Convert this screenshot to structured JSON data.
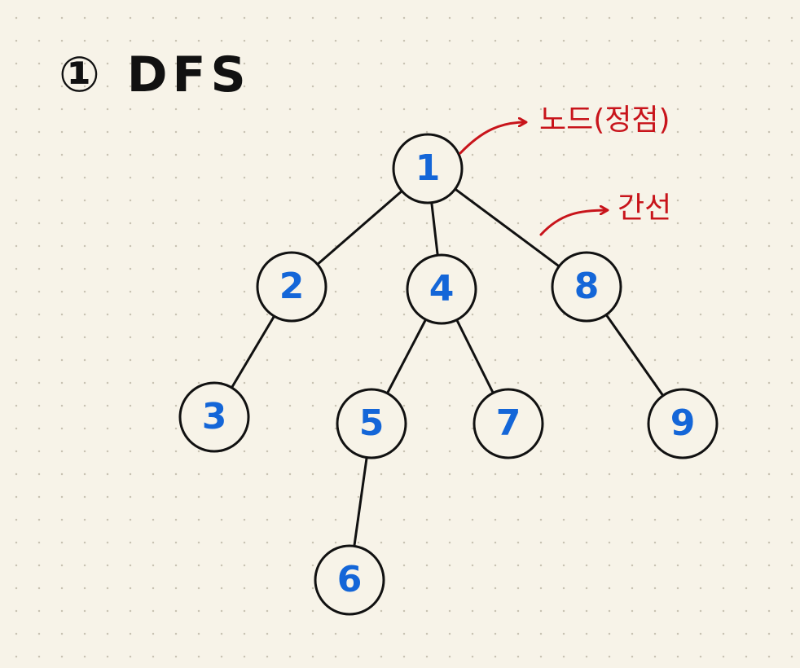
{
  "title": "① DFS",
  "annotations": {
    "node": "노드(정점)",
    "edge": "간선"
  },
  "colors": {
    "node_label": "#1466d8",
    "annotation": "#c8141b",
    "stroke": "#111111",
    "node_fill": "#f7f3e8"
  },
  "graph": {
    "nodes": [
      {
        "id": "1",
        "label": "1"
      },
      {
        "id": "2",
        "label": "2"
      },
      {
        "id": "4",
        "label": "4"
      },
      {
        "id": "8",
        "label": "8"
      },
      {
        "id": "3",
        "label": "3"
      },
      {
        "id": "5",
        "label": "5"
      },
      {
        "id": "7",
        "label": "7"
      },
      {
        "id": "9",
        "label": "9"
      },
      {
        "id": "6",
        "label": "6"
      }
    ],
    "edges": [
      [
        "1",
        "2"
      ],
      [
        "1",
        "4"
      ],
      [
        "1",
        "8"
      ],
      [
        "2",
        "3"
      ],
      [
        "4",
        "5"
      ],
      [
        "4",
        "7"
      ],
      [
        "8",
        "9"
      ],
      [
        "5",
        "6"
      ]
    ]
  }
}
